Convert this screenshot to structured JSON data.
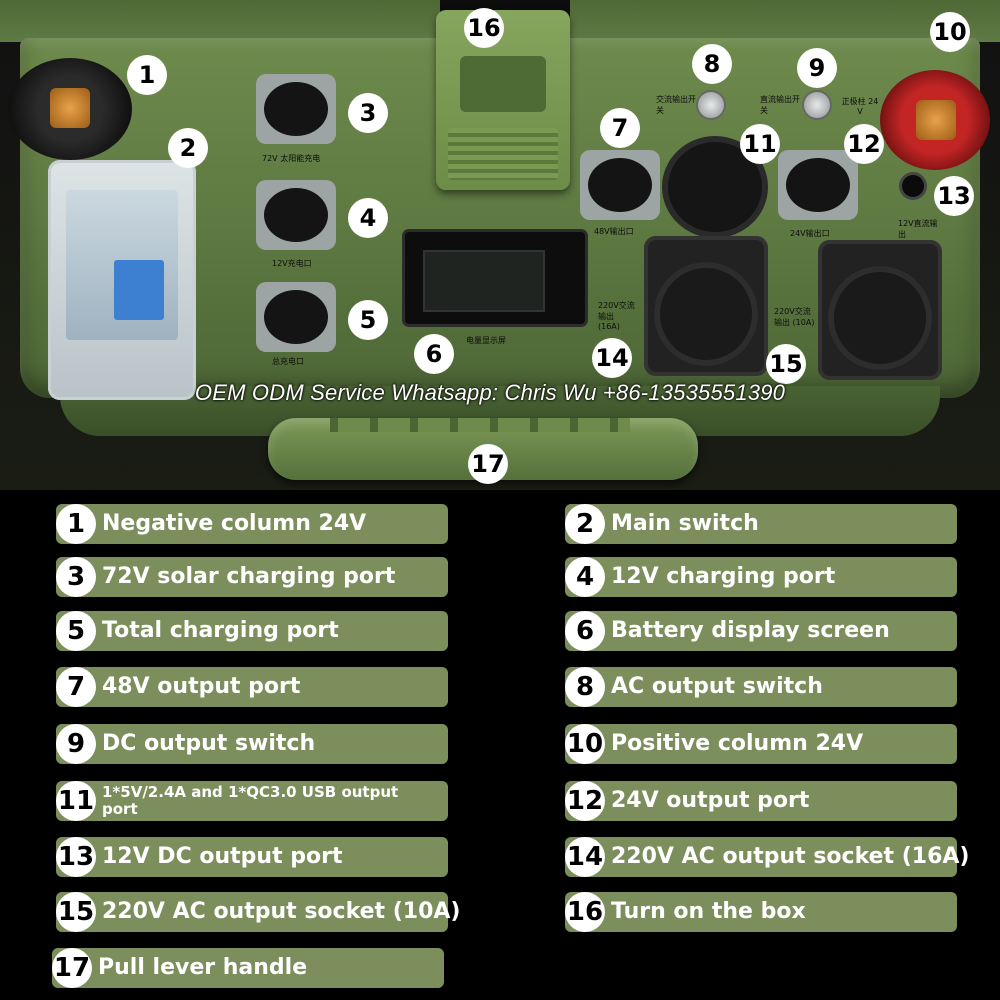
{
  "watermark": "OEM ODM Service Whatsapp: Chris Wu +86-13535551390",
  "photo_labels": {
    "solar72": "72V 太阳能充电",
    "charge12": "12V充电口",
    "total_charge": "总充电口",
    "ac_switch": "交流输出开关",
    "dc_switch": "直流输出开关",
    "pos_col": "正极柱 24 V",
    "out48": "48V输出口",
    "out24": "24V输出口",
    "dc12": "12V直流输出",
    "display": "电量显示屏",
    "ac16": "220V交流输出 (16A)",
    "ac10": "220V交流输出 (10A)"
  },
  "markers": [
    "1",
    "2",
    "3",
    "4",
    "5",
    "6",
    "7",
    "8",
    "9",
    "10",
    "11",
    "12",
    "13",
    "14",
    "15",
    "16",
    "17"
  ],
  "items": [
    {
      "num": "1",
      "label": "Negative column 24V"
    },
    {
      "num": "2",
      "label": "Main switch"
    },
    {
      "num": "3",
      "label": "72V solar charging port"
    },
    {
      "num": "4",
      "label": "12V charging port"
    },
    {
      "num": "5",
      "label": "Total charging port"
    },
    {
      "num": "6",
      "label": "Battery display screen"
    },
    {
      "num": "7",
      "label": "48V output port"
    },
    {
      "num": "8",
      "label": "AC output switch"
    },
    {
      "num": "9",
      "label": "DC output switch"
    },
    {
      "num": "10",
      "label": "Positive column 24V"
    },
    {
      "num": "11",
      "label": "1*5V/2.4A and 1*QC3.0 USB output port"
    },
    {
      "num": "12",
      "label": "24V output port"
    },
    {
      "num": "13",
      "label": "12V DC output port"
    },
    {
      "num": "14",
      "label": "220V AC output socket (16A)"
    },
    {
      "num": "15",
      "label": "220V AC output socket (10A)"
    },
    {
      "num": "16",
      "label": "Turn on the box"
    },
    {
      "num": "17",
      "label": "Pull lever handle"
    }
  ],
  "colors": {
    "pill": "#7d8e5d",
    "background": "#000000",
    "panel": "#5d7841"
  }
}
